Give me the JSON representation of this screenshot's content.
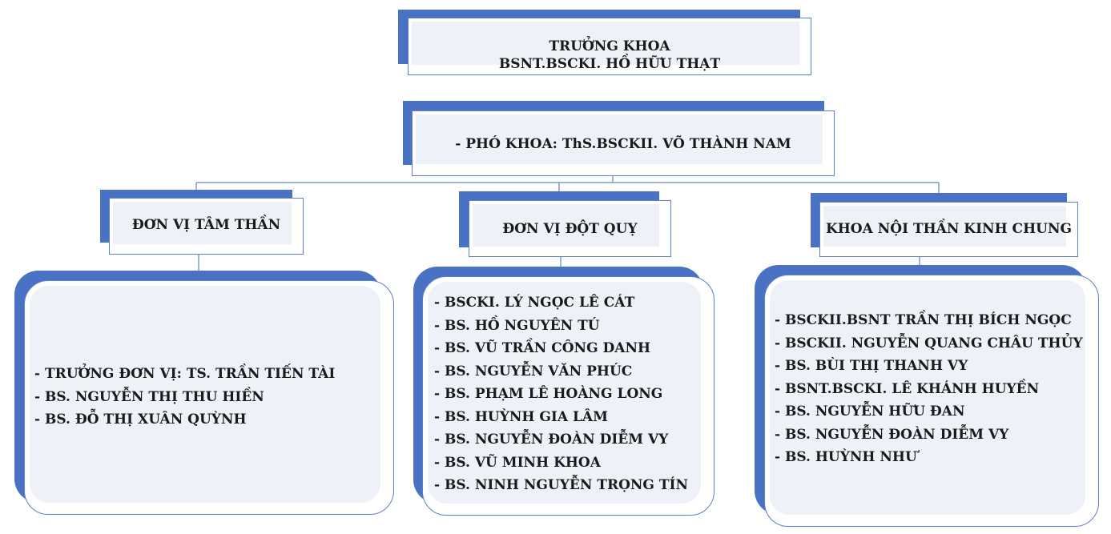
{
  "head": {
    "line1": "TRƯỞNG KHOA",
    "line2": "BSNT.BSCKI. HỒ HỮU THẠT"
  },
  "deputy": {
    "label": "- PHÓ KHOA: ThS.BSCKII. VÕ THÀNH NAM"
  },
  "units": [
    {
      "title": "ĐƠN VỊ TÂM THẦN",
      "members": [
        "- TRƯỞNG ĐƠN VỊ: TS. TRẦN TIẾN TÀI",
        "- BS. NGUYỄN THỊ THU HIỀN",
        "- BS. ĐỖ THỊ XUÂN QUỲNH"
      ]
    },
    {
      "title": "ĐƠN VỊ ĐỘT QUỴ",
      "members": [
        "- BSCKI. LÝ NGỌC LÊ CÁT",
        "- BS. HỒ NGUYÊN TÚ",
        "- BS. VŨ TRẦN CÔNG DANH",
        "- BS. NGUYỄN VĂN PHÚC",
        "- BS. PHẠM LÊ HOÀNG LONG",
        "- BS. HUỲNH GIA LÂM",
        "- BS. NGUYỄN ĐOÀN DIỄM VY",
        "- BS. VŨ MINH KHOA",
        "- BS. NINH NGUYỄN TRỌNG TÍN"
      ]
    },
    {
      "title": "KHOA NỘI THẦN KINH CHUNG",
      "members": [
        "- BSCKII.BSNT TRẦN THỊ BÍCH NGỌC",
        "- BSCKII. NGUYỄN QUANG CHÂU THỦY",
        "- BS. BÙI THỊ THANH VY",
        "- BSNT.BSCKI. LÊ KHÁNH HUYỀN",
        "- BS. NGUYỄN HỮU ĐAN",
        "- BS. NGUYỄN ĐOÀN DIỄM VY",
        "- BS. HUỲNH NHƯ"
      ]
    }
  ],
  "colors": {
    "accent": "#4a72c4",
    "border": "#5b7fc9",
    "fill": "#eef1f8",
    "connector": "#7f9bd3"
  }
}
